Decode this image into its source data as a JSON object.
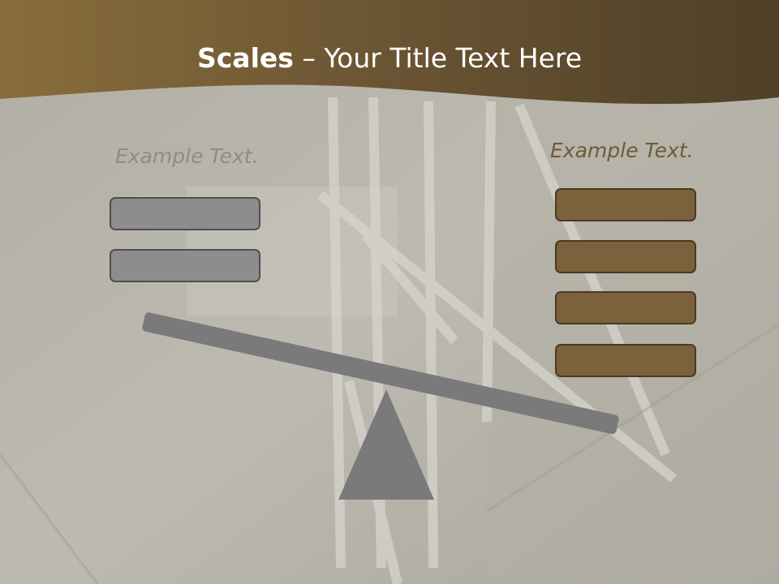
{
  "title": {
    "bold": "Scales",
    "rest": " – Your Title Text Here"
  },
  "left": {
    "label": "Example Text.",
    "box_count": 2
  },
  "right": {
    "label": "Example Text.",
    "box_count": 4
  },
  "colors": {
    "header_brown": "#5a4528",
    "left_box_fill": "#8d8d8d",
    "right_box_fill": "#7b623c",
    "right_label": "#6e5b34",
    "left_label": "#8d8c86",
    "plank": "#7a7a7a"
  }
}
